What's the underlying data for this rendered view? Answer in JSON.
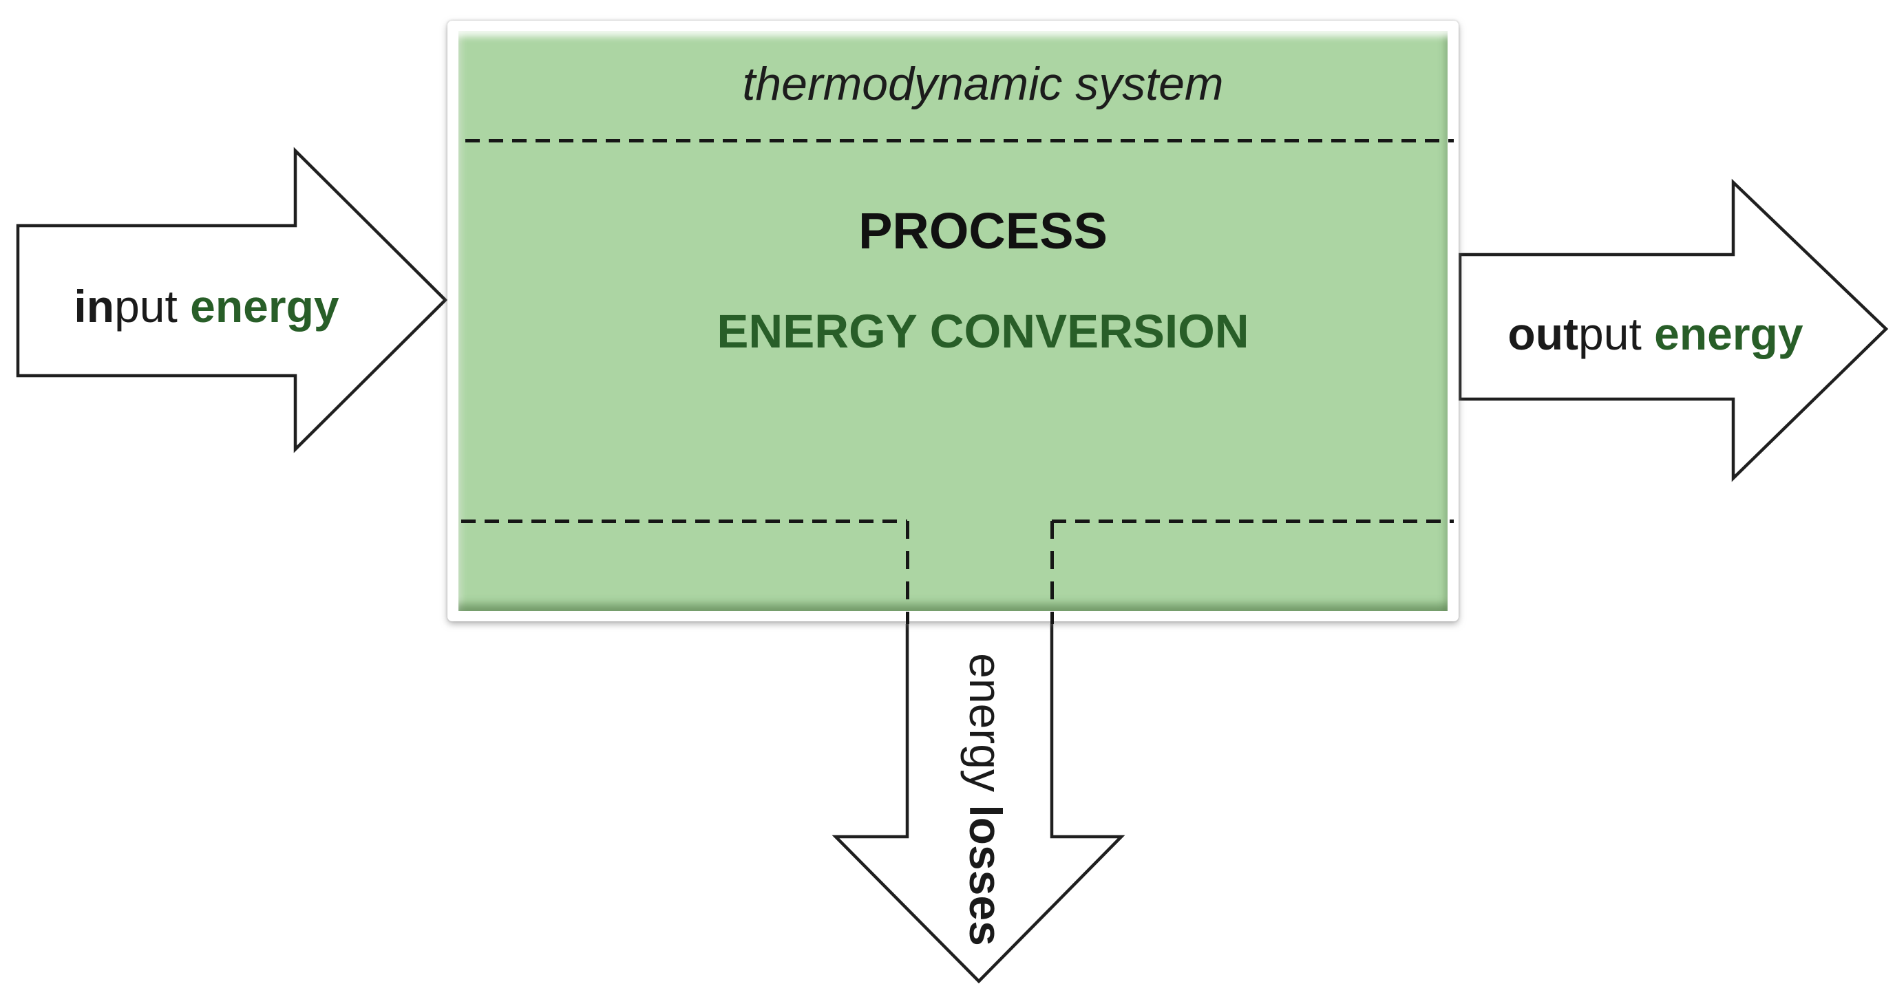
{
  "diagram": {
    "box": {
      "title": "thermodynamic system",
      "process_label": "PROCESS",
      "conversion_label": "ENERGY CONVERSION"
    },
    "arrows": {
      "input": {
        "bold_start": "in",
        "rest": "put ",
        "energy_word": "energy"
      },
      "output": {
        "bold_start": "out",
        "rest": "put ",
        "energy_word": "energy"
      },
      "losses": {
        "regular_word": "energy ",
        "bold_word": "losses"
      }
    },
    "colors": {
      "box_fill": "#acd5a3",
      "box_fill_highlight": "#c9e4c0",
      "box_fill_shadow": "#8fbd85",
      "dark_green_text": "#285e28",
      "outline_black": "#1f1f1f",
      "background": "#ffffff"
    }
  }
}
